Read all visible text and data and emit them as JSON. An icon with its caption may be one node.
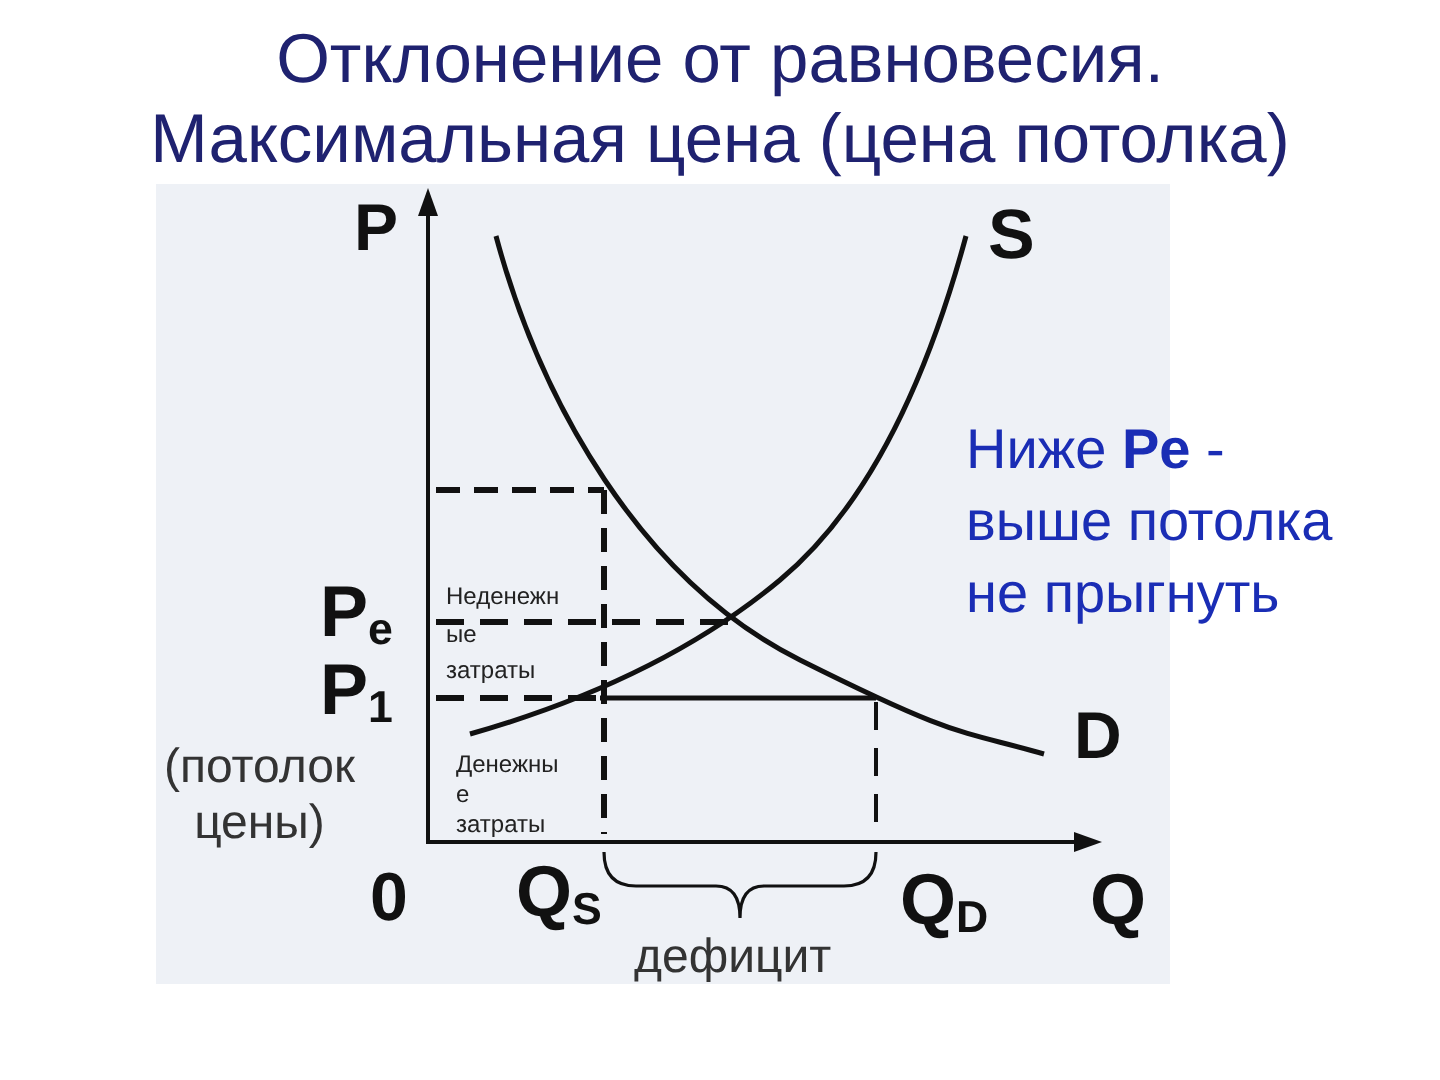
{
  "diagram": {
    "title": "Отклонение от равновесия. Максимальная цена (цена потолка)",
    "labels": [
      "P",
      "S",
      "Ниже **Pe** - выше потолка не прыгнуть",
      "P$_{e}$",
      "Неденежн ые затраты",
      "P$_{1}$",
      "D",
      "(потолок цены)",
      "Денежны е затраты",
      "0",
      "Q$_{S}$",
      "Q$_{D}$",
      "Q",
      "дефицит"
    ]
  }
}
